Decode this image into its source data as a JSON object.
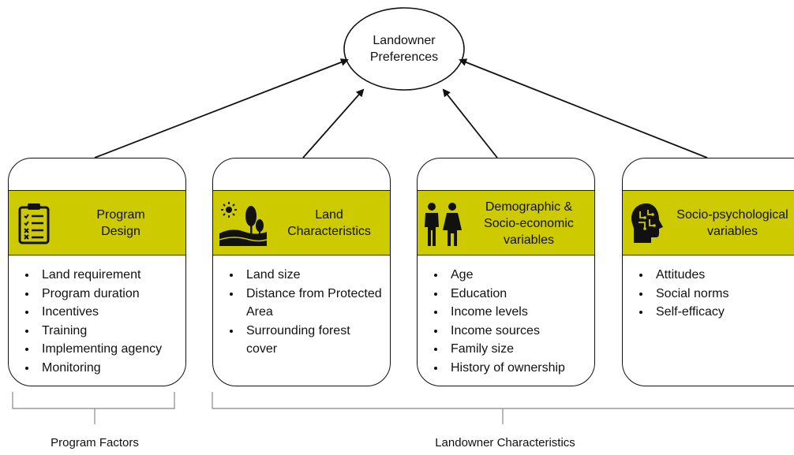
{
  "top_node": {
    "line1": "Landowner",
    "line2": "Preferences"
  },
  "boxes": [
    {
      "title_lines": [
        "Program",
        "Design"
      ],
      "icon": "clipboard-checklist-icon",
      "items": [
        "Land requirement",
        "Program duration",
        "Incentives",
        "Training",
        "Implementing agency",
        "Monitoring"
      ]
    },
    {
      "title_lines": [
        "Land",
        "Characteristics"
      ],
      "icon": "landscape-sun-trees-icon",
      "items": [
        "Land size",
        "Distance from Protected Area",
        "Surrounding forest cover"
      ]
    },
    {
      "title_lines": [
        "Demographic &",
        "Socio-economic",
        "variables"
      ],
      "icon": "man-woman-icon",
      "items": [
        "Age",
        "Education",
        "Income levels",
        "Income sources",
        "Family size",
        "History of ownership"
      ]
    },
    {
      "title_lines": [
        "Socio-psychological",
        "variables"
      ],
      "icon": "head-brain-icon",
      "items": [
        "Attitudes",
        "Social norms",
        "Self-efficacy"
      ]
    }
  ],
  "groups": {
    "program_factors": "Program Factors",
    "landowner_characteristics": "Landowner Characteristics"
  },
  "colors": {
    "band": "#cdcb00",
    "stroke": "#111111"
  }
}
